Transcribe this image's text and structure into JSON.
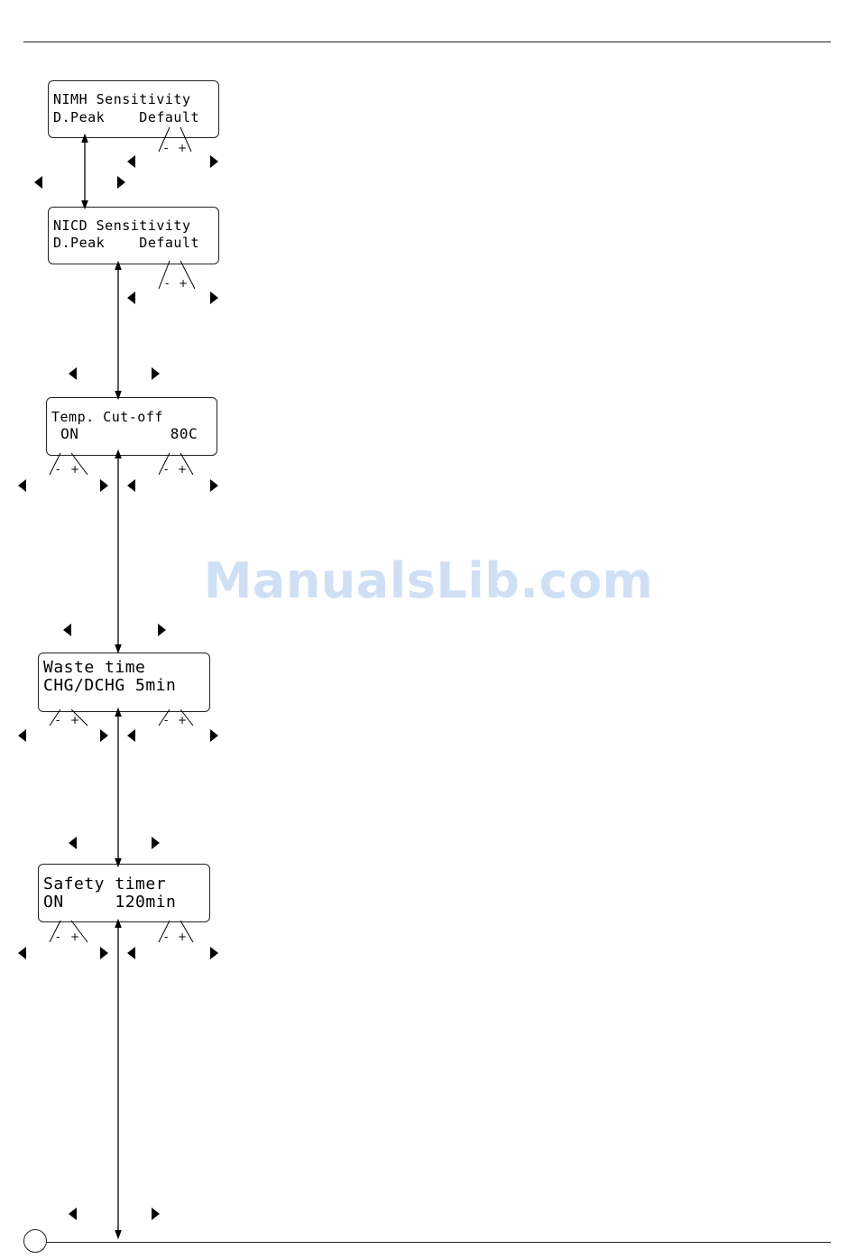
{
  "watermark": "ManualsLib.com",
  "screens": [
    {
      "id": "nimh",
      "line1": "NIMH Sensitivity",
      "line2": "D.Peak    Default"
    },
    {
      "id": "nicd",
      "line1": "NICD Sensitivity",
      "line2": "D.Peak    Default"
    },
    {
      "id": "temp",
      "line1": "Temp. Cut-off",
      "line2": " ON          80C"
    },
    {
      "id": "waste",
      "line1": "Waste time",
      "line2": "CHG/DCHG 5min"
    },
    {
      "id": "safety",
      "line1": "Safety timer",
      "line2": "ON     120min"
    }
  ],
  "adjust": {
    "minus": "-",
    "plus": "+"
  },
  "colors": {
    "ink": "#000000",
    "watermark": "#cfe0f5"
  }
}
